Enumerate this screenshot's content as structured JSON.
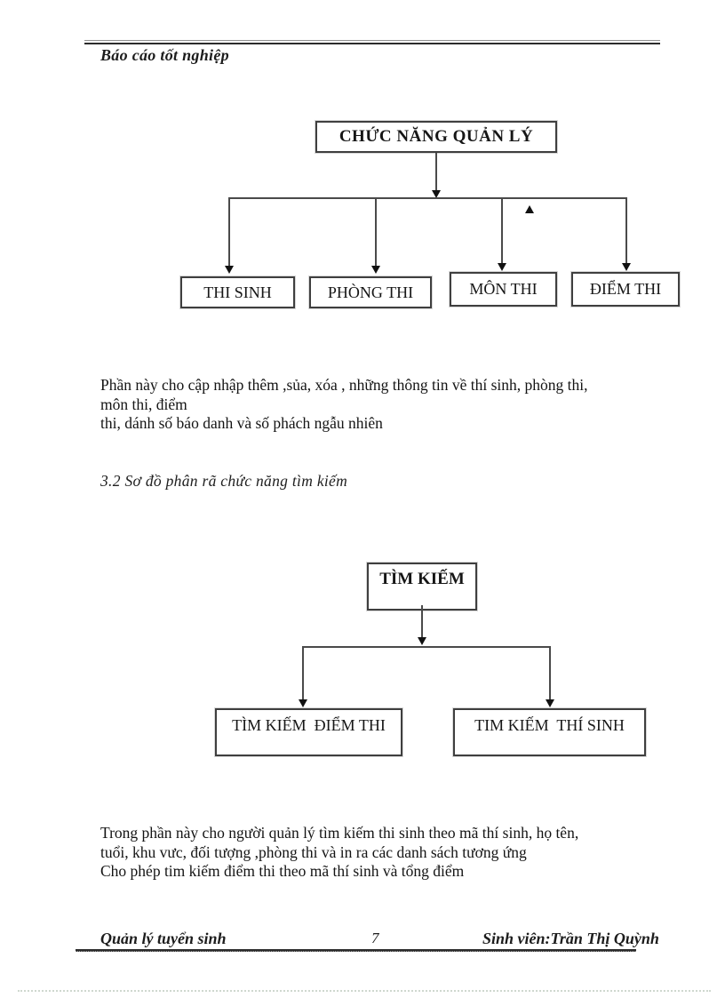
{
  "header": {
    "title": "Báo cáo tốt nghiệp"
  },
  "diagram1": {
    "root": "CHỨC NĂNG QUẢN LÝ",
    "children": [
      "THI SINH",
      "PHÒNG THI",
      "MÔN THI",
      "ĐIỂM THI"
    ]
  },
  "paragraphs": {
    "p1": "Phần này cho cập nhập  thêm ,sủa, xóa , những thông tin về thí sinh, phòng thi,\nmôn thi,  điểm\nthi,  dánh số báo danh và  số phách ngẫu nhiên",
    "p2": "Trong phần này cho người quản lý tìm kiếm  thi sinh theo mã thí sinh, họ tên,\ntuổi, khu vưc, đối tượng ,phòng thi và in ra  các danh sách tương ứng\nCho phép tim kiếm  điểm thi theo mã thí sinh và tổng điểm"
  },
  "section_heading": "3.2 Sơ đồ phân rã chức năng tìm kiếm",
  "diagram2": {
    "root": "TÌM KIẾM",
    "children": [
      "TÌM KIẾM  ĐIỂM THI",
      "TIM KIẾM  THÍ SINH"
    ]
  },
  "footer": {
    "left": "Quản lý tuyển sinh",
    "page_number": "7",
    "right": "Sinh viên:Trần Thị Quỳnh"
  }
}
